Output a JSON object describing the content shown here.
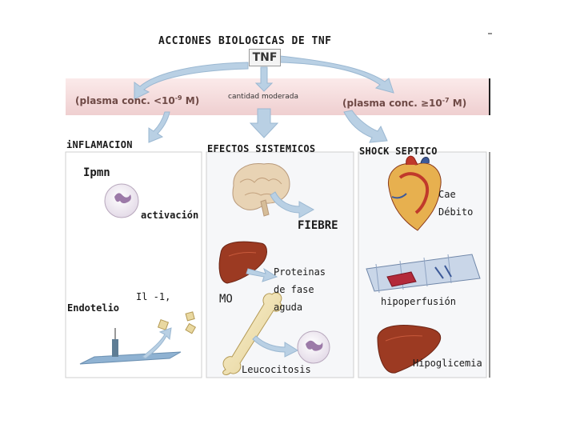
{
  "header": {
    "title": "ACCIONES BIOLOGICAS DE TNF",
    "tnf": "TNF"
  },
  "concentrations": {
    "low_prefix": "(plasma conc. <10",
    "low_exp": "-9",
    "low_suffix": " M)",
    "moderate": "cantidad moderada",
    "high_prefix": "(plasma conc. ≥10",
    "high_exp": "-7",
    "high_suffix": " M)"
  },
  "columns": {
    "inflammation": "iNFLAMACION",
    "systemic": "EFECTOS SISTEMICOS",
    "shock": "SHOCK SEPTICO"
  },
  "labels": {
    "pmn": "Ipmn",
    "activation": "activación",
    "endothelium": "Endotelio",
    "il1": "Il -1,",
    "fever": "FIEBRE",
    "mo": "MO",
    "proteins_1": "Proteinas",
    "proteins_2": "de fase",
    "proteins_3": "aguda",
    "leukocytosis": "Leucocitosis",
    "output_1": "Cae",
    "output_2": "Débito",
    "hypoperfusion": "hipoperfusión",
    "hypoglycemia": "Hipoglicemia"
  },
  "colors": {
    "arrow_blue": "#a9c6de",
    "band_pink": "#f6dcdc",
    "text_brown": "#6f4a46",
    "liver": "#9c3a22"
  }
}
